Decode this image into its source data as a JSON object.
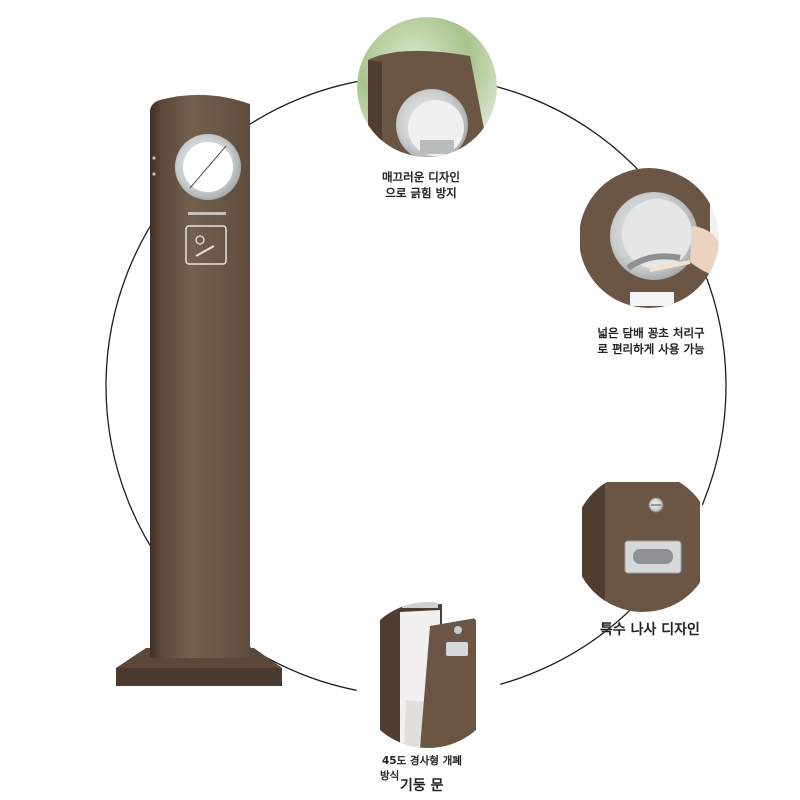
{
  "features": [
    {
      "id": "smooth-design",
      "lines": [
        "매끄러운 디자인",
        "으로 긁힘 방지"
      ]
    },
    {
      "id": "wide-disposal",
      "lines": [
        "넓은 담배 꽁초 처리구",
        "로 편리하게 사용 가능"
      ]
    },
    {
      "id": "screw-design",
      "lines": [
        "특수 나사 디자인"
      ]
    },
    {
      "id": "tilt-door",
      "lines": [
        "45도 경사형 개폐",
        "방식",
        "기둥 문"
      ]
    }
  ],
  "colors": {
    "body_brown": "#6b5646",
    "body_dark": "#4e3e32",
    "steel": "#d9dcdc",
    "circle_line": "#1e1e1e"
  }
}
